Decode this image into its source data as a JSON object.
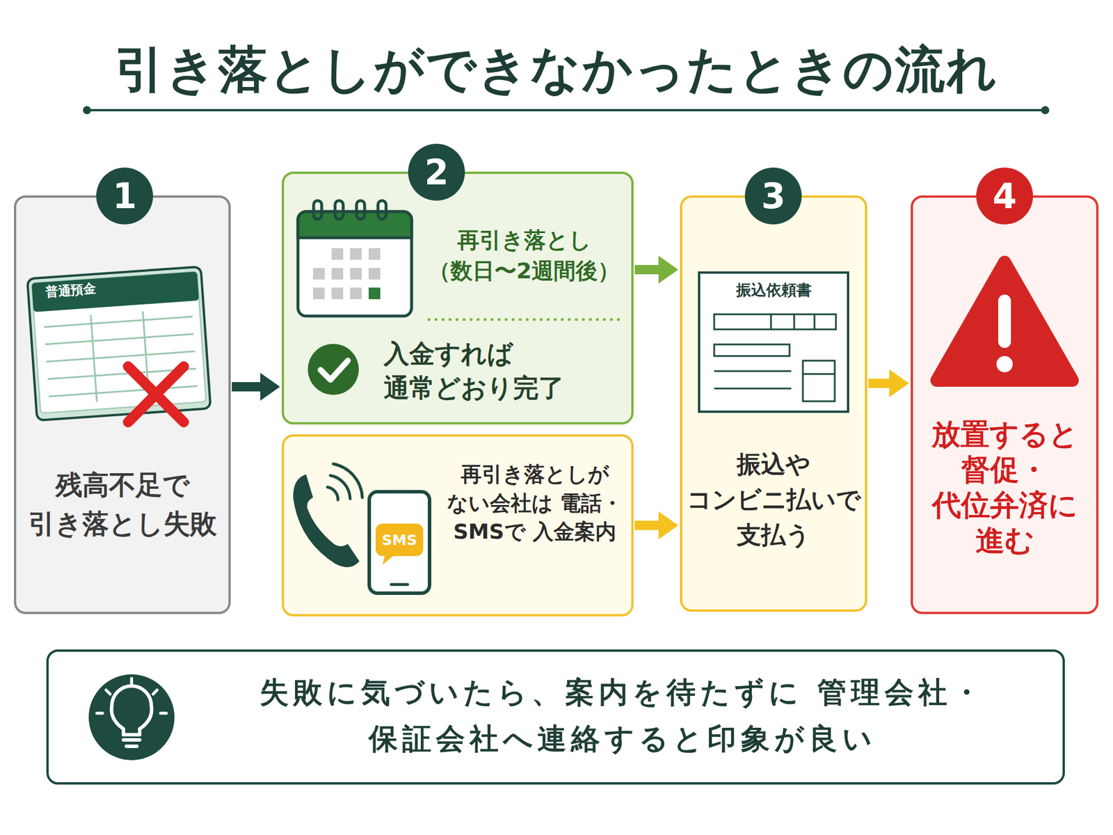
{
  "diagram": {
    "title": "引き落としができなかったときの流れ",
    "nodes": [
      {
        "text": [
          "1",
          "残高不足で 引き落とし失敗"
        ]
      },
      {
        "text": [
          "2",
          "再引き落とし （数日〜2週間後）",
          "入金すれば 通常どおり完了"
        ]
      },
      {
        "text": [
          "再引き落としが ない会社は 電話・SMSで 入金案内"
        ]
      },
      {
        "text": [
          "3",
          "振込や コンビニ払いで 支払う"
        ]
      },
      {
        "text": [
          "4",
          "放置すると 督促・ 代位弁済に 進む"
        ]
      },
      {
        "text": [
          "失敗に気づいたら、案内を待たずに 管理会社・保証会社へ連絡すると印象が良い"
        ]
      }
    ],
    "edges": [
      {
        "from": 0,
        "to": 1,
        "arrow": "to"
      },
      {
        "from": 1,
        "to": 3,
        "arrow": "to"
      },
      {
        "from": 2,
        "to": 3,
        "arrow": "to"
      },
      {
        "from": 3,
        "to": 4,
        "arrow": "to"
      }
    ],
    "labels": [
      "普通預金",
      "SMS",
      "振込依頼書"
    ]
  }
}
